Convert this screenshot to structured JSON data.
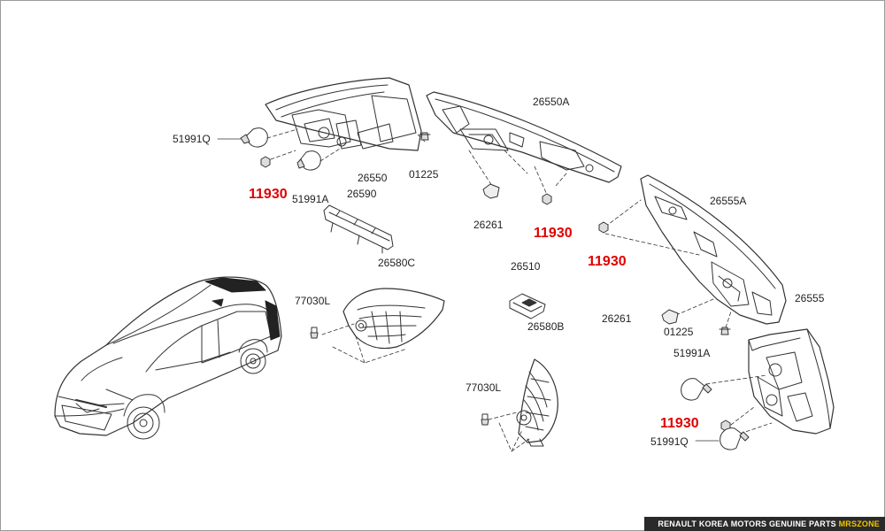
{
  "labels": {
    "p51991q_top": "51991Q",
    "p26550": "26550",
    "p01225_top": "01225",
    "p26550a": "26550A",
    "p51991a_top": "51991A",
    "p26590": "26590",
    "p26261_top": "26261",
    "p26555a": "26555A",
    "p26580c": "26580C",
    "p77030l_a": "77030L",
    "p26510": "26510",
    "p26580b": "26580B",
    "p26555": "26555",
    "p26261_bottom": "26261",
    "p01225_bottom": "01225",
    "p51991a_bottom": "51991A",
    "p77030l_b": "77030L",
    "p51991q_bottom": "51991Q"
  },
  "callouts": {
    "c1": "11930",
    "c2": "11930",
    "c3": "11930",
    "c4": "11930"
  },
  "callout_color": "#e00000",
  "footer": {
    "text": "RENAULT KOREA MOTORS GENUINE PARTS",
    "brand": "MRSZONE"
  }
}
